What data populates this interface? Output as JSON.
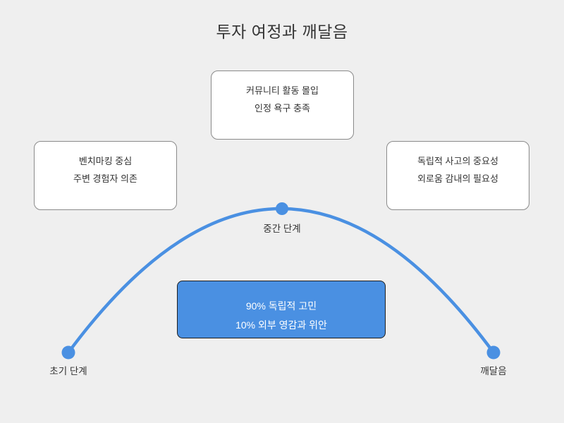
{
  "title": "투자 여정과 깨달음",
  "colors": {
    "background": "#efefef",
    "accent_blue": "#4a90e2",
    "text": "#333333",
    "note_border": "#8a8a8a",
    "highlight_border": "#1f1f1f",
    "highlight_text": "#ffffff"
  },
  "diagram": {
    "type": "journey-arc",
    "stages": [
      {
        "label": "초기 단계"
      },
      {
        "label": "중간 단계"
      },
      {
        "label": "깨달음"
      }
    ],
    "notes": {
      "top": {
        "lines": [
          "커뮤니티 활동 몰입",
          "인정 욕구 충족"
        ]
      },
      "left": {
        "lines": [
          "벤치마킹 중심",
          "주변 경험자 의존"
        ]
      },
      "right": {
        "lines": [
          "독립적 사고의 중요성",
          "외로움 감내의 필요성"
        ]
      }
    },
    "highlight": {
      "lines": [
        "90% 독립적 고민",
        "10% 외부 영감과 위안"
      ]
    }
  }
}
